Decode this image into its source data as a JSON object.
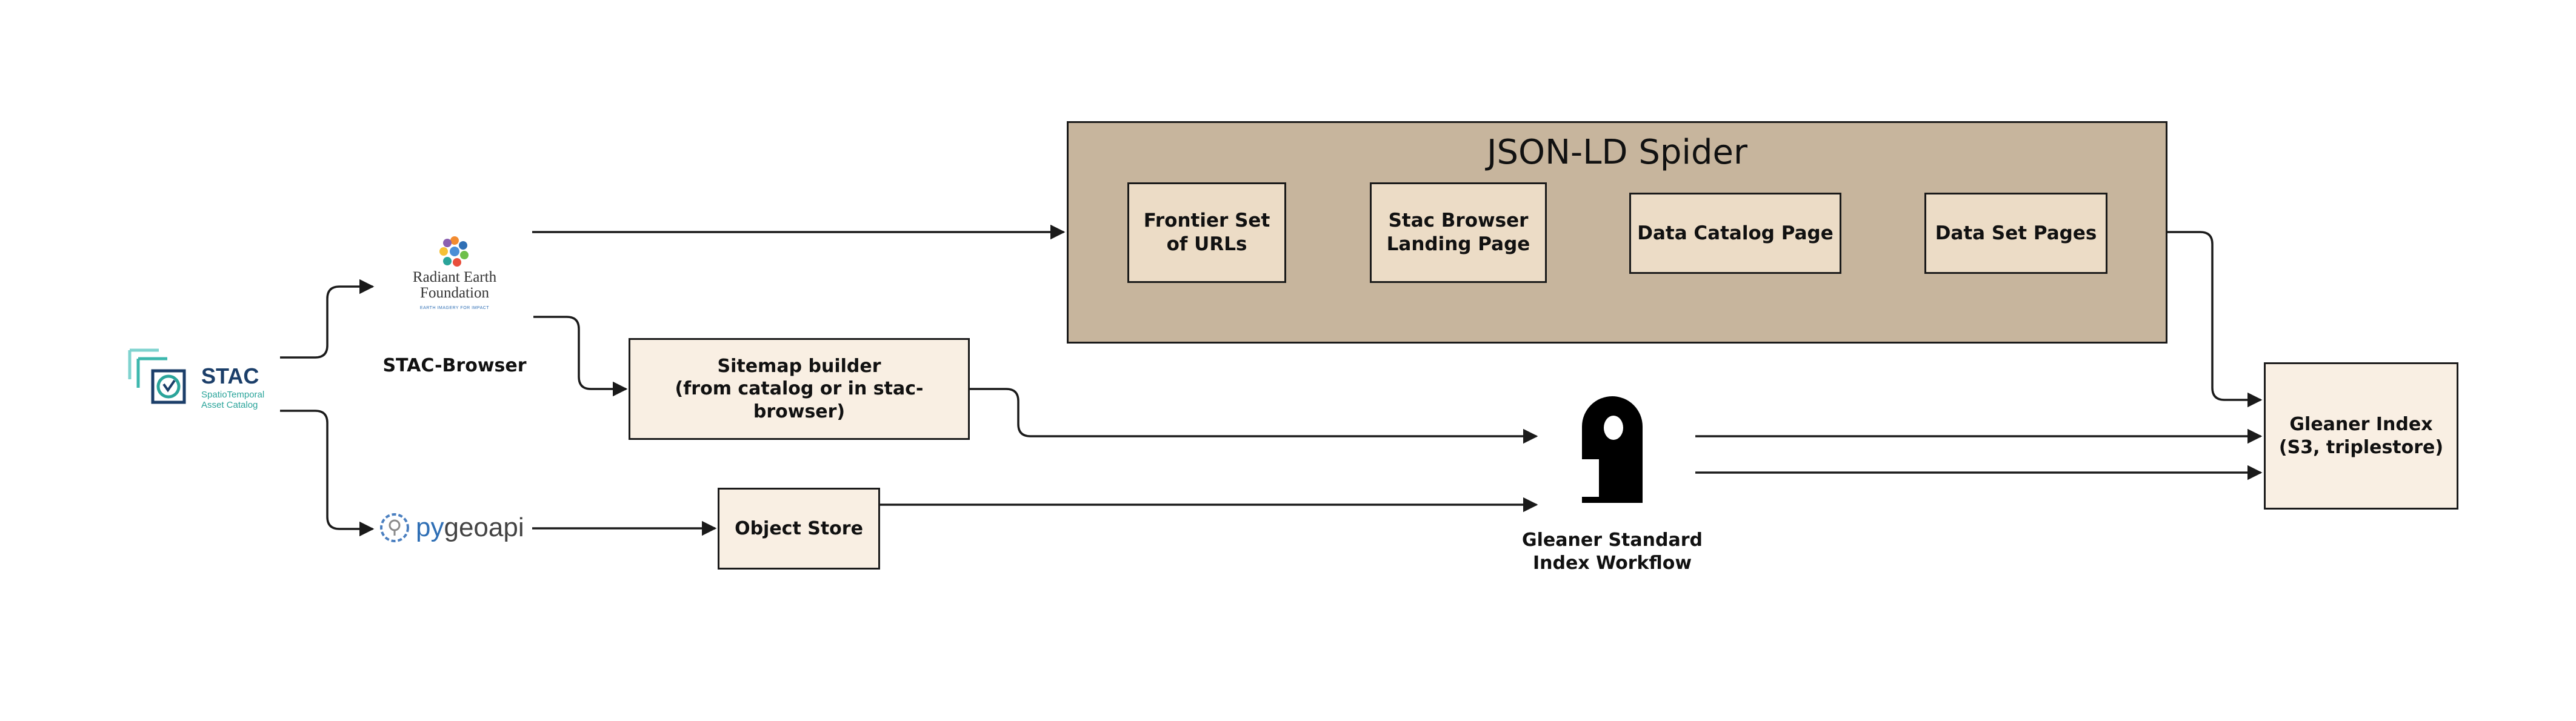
{
  "spider": {
    "title": "JSON-LD Spider",
    "steps": [
      "Frontier Set\nof URLs",
      "Stac Browser\nLanding Page",
      "Data Catalog Page",
      "Data Set Pages"
    ]
  },
  "sources": {
    "stac": {
      "logo_title": "STAC",
      "logo_subtitle": "SpatioTemporal\nAsset Catalog",
      "icon": "stac-logo-icon"
    },
    "radiant": {
      "logo_text": "Radiant Earth\nFoundation",
      "tagline": "EARTH IMAGERY FOR IMPACT",
      "caption": "STAC-Browser",
      "icon": "radiant-earth-logo-icon"
    },
    "pygeoapi": {
      "logo_prefix": "py",
      "logo_suffix": "geoapi",
      "icon": "pygeoapi-logo-icon"
    }
  },
  "boxes": {
    "sitemap": "Sitemap builder\n(from catalog or in stac-browser)",
    "object_store": "Object Store",
    "gleaner_index": "Gleaner Index\n(S3, triplestore)"
  },
  "workflow": {
    "label": "Gleaner Standard\nIndex Workflow",
    "icon": "gleaner-logo-icon"
  },
  "colors": {
    "group_fill": "#c7b59d",
    "inner_fill": "#ecdcc6",
    "light_fill": "#f9efe3",
    "stroke": "#1a1a1a"
  }
}
